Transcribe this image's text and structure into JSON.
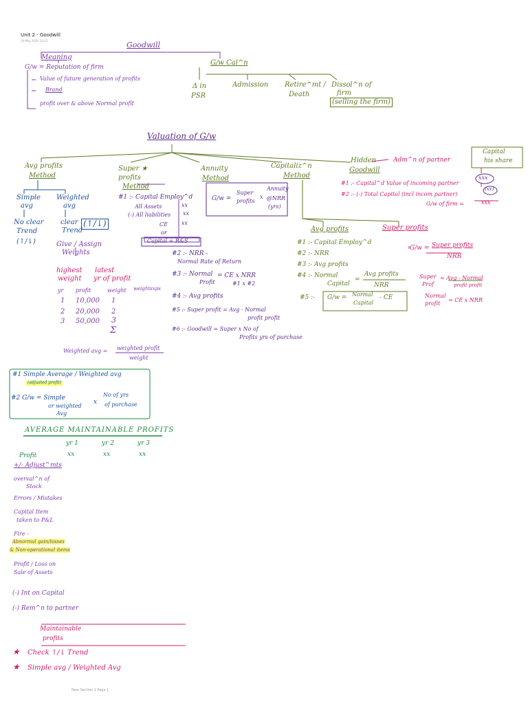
{
  "header": {
    "title": "Unit 2 - Goodwill",
    "date": "19 May 2020",
    "time": "23:15"
  },
  "footer": {
    "page": "New Section 1 Page 1"
  },
  "top": {
    "title": "Goodwill",
    "meaning": {
      "heading": "Meaning",
      "def": "G/w = Reputation of firm",
      "items": [
        "Value of future generation of profits",
        "Brand",
        "profit over & above Normal profit"
      ]
    },
    "gw_calc": {
      "heading": "G/w Cal^n",
      "cases": [
        "Δ in",
        "PSR",
        "Admission",
        "Retire^mt /",
        "Death",
        "Dissol^n of",
        "firm",
        "(selling the firm)"
      ]
    }
  },
  "valuation": {
    "title": "Valuation of G/w",
    "avg": {
      "h1": "Avg profits",
      "h2": "Method",
      "simple": [
        "Simple",
        "avg",
        "No clear",
        "Trend",
        "(↑/↓)"
      ],
      "weighted": [
        "Weighted",
        "avg",
        "clear",
        "Trend",
        "(↑/↓)",
        "Give / Assign",
        "Weights",
        "highest",
        "latest",
        "weight",
        "yr of profit"
      ],
      "table_head": [
        "yr",
        "profit",
        "weight",
        "weightsxps"
      ],
      "rows": [
        [
          "1",
          "10,000",
          "1"
        ],
        [
          "2",
          "20,000",
          "2"
        ],
        [
          "3",
          "50,000",
          "3"
        ]
      ],
      "sigma": "Σ",
      "formula_l": "Weighted avg =",
      "formula_num": "weighted profit",
      "formula_den": "weight"
    },
    "super": {
      "h": [
        "Super ★",
        "profits",
        "Method"
      ],
      "s1": "#1 :- Capital Employ^d",
      "s1a": "All Assets",
      "s1a_v": "xx",
      "s1b": "(-) All liabilities",
      "s1b_v": "xx",
      "s1c": "CE",
      "s1c_v": "xx",
      "s1d": "or",
      "s1e": "Capital + R&S",
      "s2": "#2 :- NRR -",
      "s2b": "Normal Rate of Return",
      "s3": "#3 :- Normal",
      "s3b": "Profit",
      "s3c": "= CE x NRR",
      "s3d": "#1 x #2",
      "s4": "#4 :- Avg profits",
      "s5": "#5 :- Super profit = Avg - Normal",
      "s5b": "profit   profit",
      "s6": "#6 :- Goodwill = Super x No of",
      "s6b": "Profits    yrs of purchase"
    },
    "annuity": {
      "h": [
        "Annuity",
        "Method"
      ],
      "f1": "G/w =",
      "f2": "Super",
      "f3": "profits",
      "f4": "x",
      "f5": "Annuity",
      "f6": "@NRR",
      "f7": "(yrs)"
    },
    "cap": {
      "h": [
        "Capitaliz^n",
        "Method"
      ],
      "avg_h": "Avg profits",
      "steps": [
        "#1 :- Capital Employ^d",
        "#2 :- NRR",
        "#3 :- Avg profits"
      ],
      "s4a": "#4 :- Normal",
      "s4b": "Capital",
      "s4c": "=",
      "s4d": "Avg profits",
      "s4e": "NRR",
      "s5a": "#5 :-",
      "s5b": "G/w =",
      "s5c": "Normal",
      "s5d": "Capital",
      "s5e": "- CE",
      "sp_h": "Super profits",
      "sp_f1": "G/w =",
      "sp_f2": "Super profits",
      "sp_f3": "NRR",
      "sp_l1": "Super",
      "sp_l2": "Prof",
      "sp_m": "= Avg - Normal",
      "sp_m2": "profit   profit",
      "np_l1": "Normal",
      "np_l2": "profit",
      "np_m": "= CE x NRR"
    },
    "hidden": {
      "h": [
        "Hidden",
        "Goodwill"
      ],
      "arrow": "Adm^n of partner",
      "s1": "#1 :- Capital^d Value of incoming partner",
      "s2": "#2 :- (-) Total Capital (incl incom partner)",
      "s3": "G/w of firm =",
      "s3v": "xxx",
      "box": [
        "Capital",
        "his share"
      ],
      "xxx": "xxx",
      "xx": "(xx)"
    }
  },
  "bluebox": {
    "l1": "#1 Simple Average / Weighted avg",
    "l1b": "(adjusted profit)",
    "l2": "#2 G/w = Simple",
    "l2b": "or weighted",
    "l2c": "Avg",
    "l2x": "x",
    "l2d": "No of yrs",
    "l2e": "of purchase"
  },
  "amp": {
    "title": "AVERAGE MAINTAINABLE PROFITS",
    "cols": [
      "yr 1",
      "yr 2",
      "yr 3"
    ],
    "profit": "Profit",
    "vals": [
      "xx",
      "xx",
      "xx"
    ],
    "adj": "+/- Adjust^mts",
    "items": [
      "overval^n of",
      "Stock",
      "Errors / Mistakes",
      "Capital Item",
      "taken to P&L",
      "Fire -",
      "Abnormal gain/losses",
      "& Non-operational items",
      "Profit / Loss on",
      "Sale of Assets",
      "(-) Int on Capital",
      "(-) Rem^n to partner"
    ],
    "maintain": [
      "Maintainable",
      "profits"
    ],
    "stars": [
      "Check ↑/↓ Trend",
      "Simple avg / Weighted Avg"
    ]
  },
  "colors": {
    "purple": "#7a3aa8",
    "green": "#5b7a1f",
    "blue": "#1c4f9c",
    "magenta": "#d01c6e",
    "dgreen": "#1a8a3c",
    "highlight": "#f4ff6a"
  }
}
